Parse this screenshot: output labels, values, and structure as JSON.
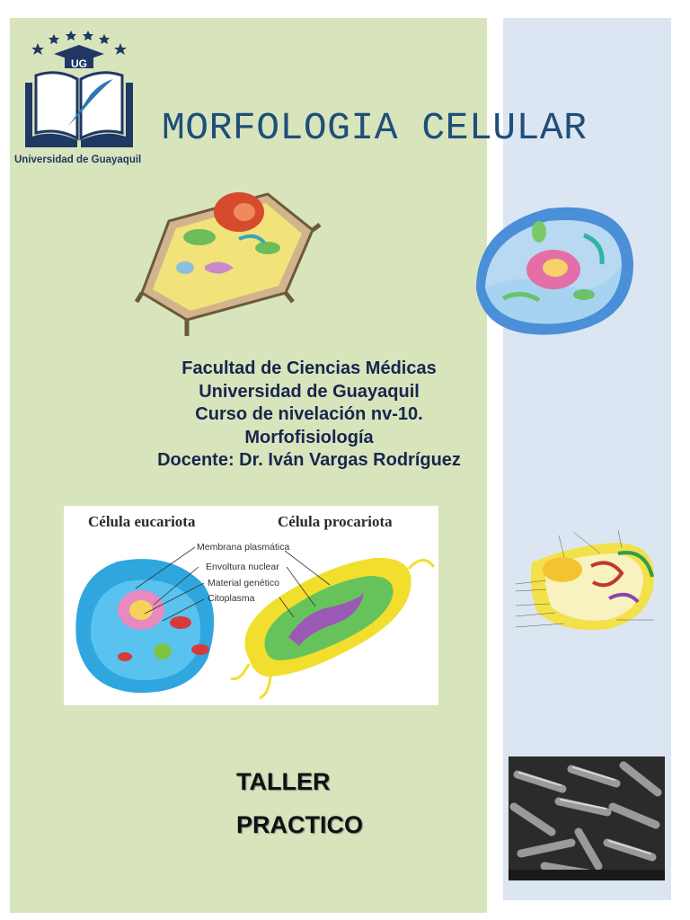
{
  "university": {
    "name": "Universidad de Guayaquil"
  },
  "document": {
    "title": "MORFOLOGIA CELULAR"
  },
  "info": {
    "lines": [
      "Facultad de Ciencias Médicas",
      "Universidad de Guayaquil",
      "Curso de nivelación nv-10.",
      "Morfofisiología",
      "Docente: Dr. Iván Vargas Rodríguez"
    ]
  },
  "diagram": {
    "eukaryote_title": "Célula eucariota",
    "prokaryote_title": "Célula procariota",
    "labels": [
      "Membrana plasmática",
      "Envoltura nuclear",
      "Material genético",
      "Citoplasma"
    ]
  },
  "footer": {
    "line1": "TALLER",
    "line2": "PRACTICO"
  },
  "colors": {
    "green_panel": "#d8e4bc",
    "blue_panel": "#dce6f2",
    "title": "#1f4e79"
  }
}
